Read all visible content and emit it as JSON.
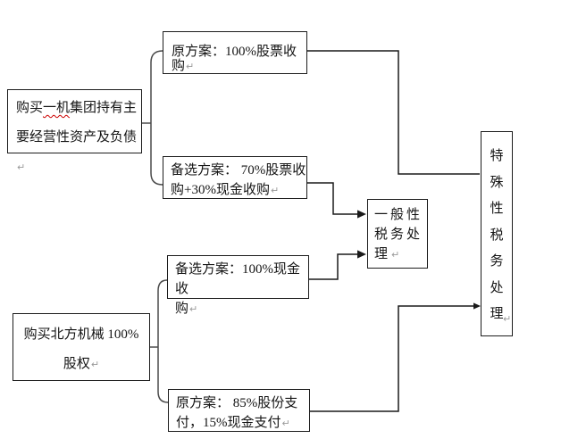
{
  "diagram": {
    "title_hint": "tax-treatment-options-flowchart",
    "paragraph_mark": "↵",
    "colors": {
      "line": "#1a1a1a",
      "brace": "#4a4a4a",
      "border": "#1c1c1c",
      "paragraph_mark": "#9a9a9a",
      "misspell_underline": "#cc0000",
      "background": "#ffffff"
    },
    "nodes": {
      "buy_yiji": {
        "line1_pre": "购买",
        "line1_flag": "一机",
        "line1_post": "集团持有主",
        "line2": "要经营性资产及负债"
      },
      "plan_orig_stock": {
        "text": "原方案：100%股票收购"
      },
      "plan_alt_70_30": {
        "line1": "备选方案： 70%股票收",
        "line2": "购+30%现金收购"
      },
      "general_tax": {
        "text": "一般性税务处理"
      },
      "special_tax": {
        "text": "特殊性税务处理"
      },
      "buy_beifang": {
        "line1": "购买北方机械 100%",
        "line2": "股权"
      },
      "plan_alt_cash": {
        "line1": "备选方案：100%现金收",
        "line2": "购"
      },
      "plan_orig_85_15": {
        "line1": "原方案：  85%股份支",
        "line2": "付，15%现金支付"
      }
    }
  }
}
